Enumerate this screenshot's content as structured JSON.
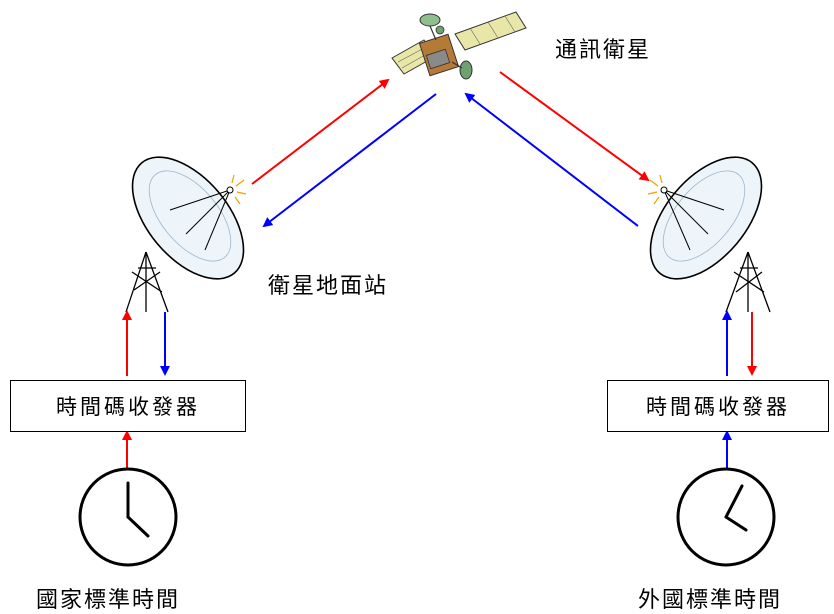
{
  "labels": {
    "satellite": "通訊衛星",
    "ground_station": "衛星地面站",
    "local_time": "國家標準時間",
    "foreign_time": "外國標準時間"
  },
  "transceivers": {
    "left": "時間碼收發器",
    "right": "時間碼收發器"
  },
  "colors": {
    "uplink_from_local": "#ff0000",
    "downlink_to_local": "#0000ff"
  },
  "icons": [
    "satellite-icon",
    "dish-antenna-icon",
    "clock-icon"
  ]
}
